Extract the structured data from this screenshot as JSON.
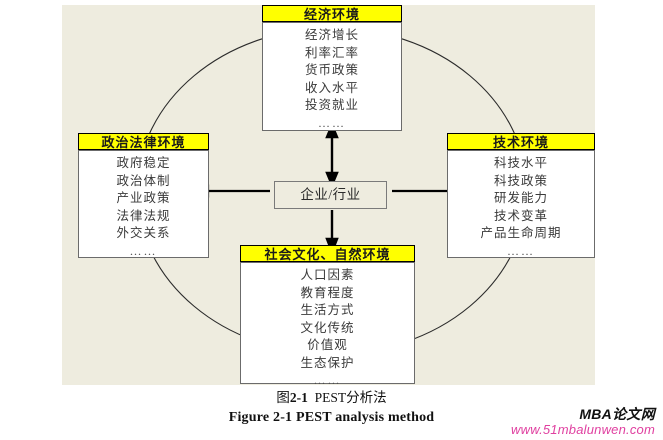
{
  "diagram": {
    "center": {
      "label": "企业/行业"
    },
    "boxes": {
      "economic": {
        "title": "经济环境",
        "items": [
          "经济增长",
          "利率汇率",
          "货币政策",
          "收入水平",
          "投资就业"
        ],
        "ellipsis": "……"
      },
      "political": {
        "title": "政治法律环境",
        "items": [
          "政府稳定",
          "政治体制",
          "产业政策",
          "法律法规",
          "外交关系"
        ],
        "ellipsis": "……"
      },
      "technological": {
        "title": "技术环境",
        "items": [
          "科技水平",
          "科技政策",
          "研发能力",
          "技术变革",
          "产品生命周期"
        ],
        "ellipsis": "……"
      },
      "social": {
        "title": "社会文化、自然环境",
        "items": [
          "人口因素",
          "教育程度",
          "生活方式",
          "文化传统",
          "价值观",
          "生态保护"
        ],
        "ellipsis": "……"
      }
    },
    "colors": {
      "header_fill": "#FFFF00",
      "panel_background": "#EEECDF",
      "box_fill": "#FFFFFF",
      "line": "#000000",
      "watermark_url": "#E040A0"
    }
  },
  "caption": {
    "chinese_prefix": "图",
    "chinese_number": "2-1",
    "chinese_title": "PEST分析法",
    "english": "Figure 2-1  PEST analysis method"
  },
  "watermark": {
    "brand": "MBA论文网",
    "url": "www.51mbalunwen.com"
  }
}
